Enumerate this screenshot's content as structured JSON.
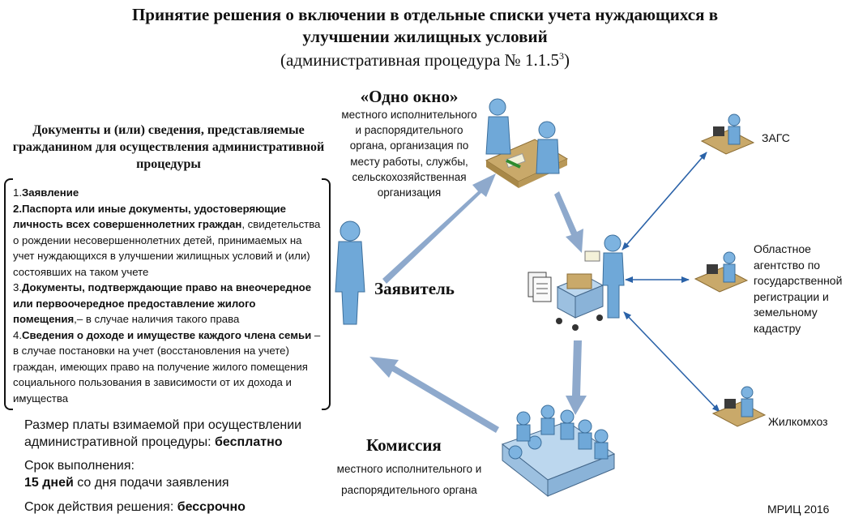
{
  "title": {
    "line1": "Принятие решения о включении в отдельные списки учета нуждающихся в",
    "line2": "улучшении жилищных условий",
    "line3": "(административная  процедура № 1.1.5",
    "line3_sup": "3",
    "line3_end": ")"
  },
  "documents": {
    "heading": "Документы и (или) сведения, представляемые гражданином для осуществления административной процедуры",
    "item1_num": "1.",
    "item1_bold": "Заявление",
    "item2_num": "2.",
    "item2_bold": "Паспорта или иные документы, удостоверяющие личность всех совершеннолетних граждан",
    "item2_rest": ", свидетельства о рождении несовершеннолетних детей, принимаемых на учет нуждающихся в улучшении жилищных условий и (или) состоявших на таком учете",
    "item3_num": "3.",
    "item3_bold": "Документы, подтверждающие право на внеочередное или первоочередное предоставление жилого помещения",
    "item3_rest": ",– в случае наличия такого права",
    "item4_num": "4.",
    "item4_bold": "Сведения о доходе и имуществе каждого члена семьи",
    "item4_rest": " – в случае постановки на учет (восстановления на учете) граждан, имеющих право на получение жилого помещения социального пользования в зависимости от их дохода и имущества"
  },
  "fee": {
    "label": "Размер платы взимаемой при осуществлении административной процедуры: ",
    "value": "бесплатно"
  },
  "term": {
    "label": "Срок выполнения:",
    "value": "15 дней",
    "rest": " со дня подачи заявления"
  },
  "validity": {
    "label": "Срок действия решения: ",
    "value": "бессрочно"
  },
  "one_window": {
    "title": "«Одно окно»",
    "subtitle": "местного исполнительного и распорядительного органа, организация по месту работы, службы, сельскохозяйственная организация"
  },
  "applicant": {
    "label": "Заявитель"
  },
  "commission": {
    "title": "Комиссия",
    "subtitle_line1": "местного исполнительного и",
    "subtitle_line2": "распорядительного органа"
  },
  "agencies": {
    "zags": "ЗАГС",
    "registry": "Областное агентство по государственной регистрации и земельному кадастру",
    "housing": "Жилкомхоз"
  },
  "credit": "МРИЦ 2016",
  "colors": {
    "arrow_fat": "#7f9fc8",
    "arrow_thin": "#2a62a8",
    "person": "#6fa8d8",
    "desk": "#c9a96a"
  }
}
